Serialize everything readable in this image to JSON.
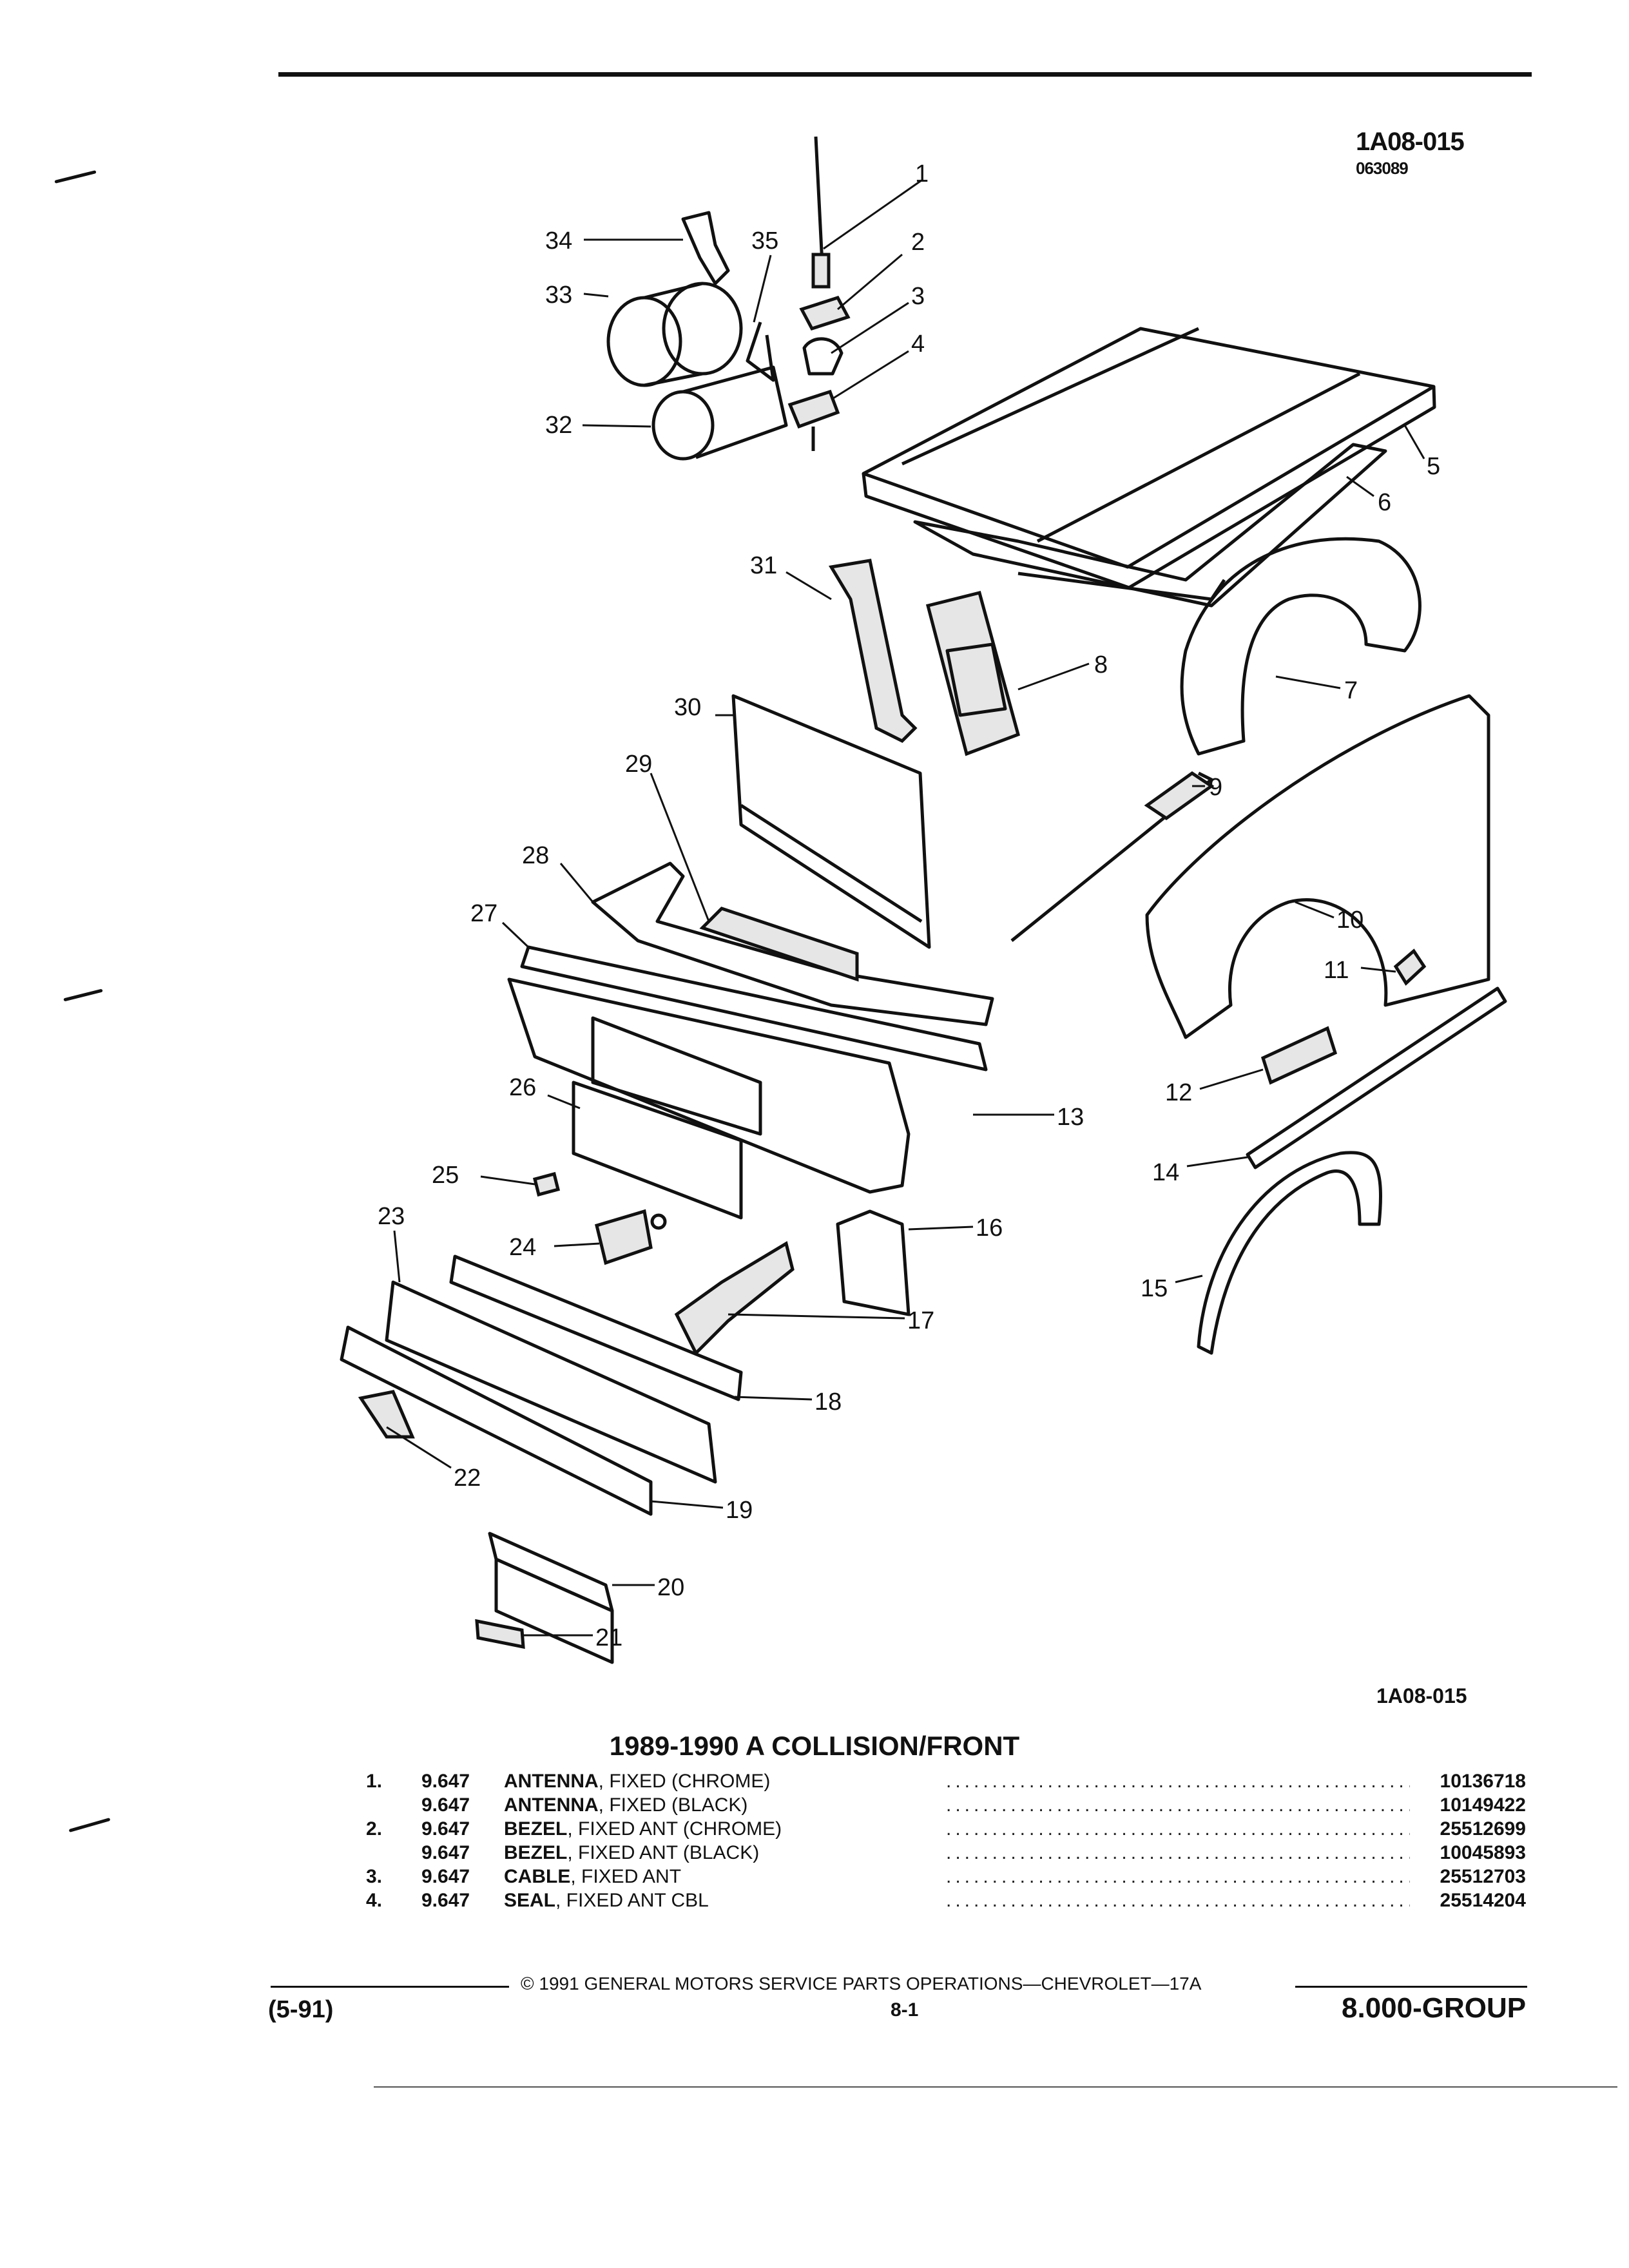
{
  "header": {
    "illustration_code": "1A08-015",
    "illustration_date": "063089"
  },
  "diagram": {
    "callouts": [
      "1",
      "2",
      "3",
      "4",
      "5",
      "6",
      "7",
      "8",
      "9",
      "10",
      "11",
      "12",
      "13",
      "14",
      "15",
      "16",
      "17",
      "18",
      "19",
      "20",
      "21",
      "22",
      "23",
      "24",
      "25",
      "26",
      "27",
      "28",
      "29",
      "30",
      "31",
      "32",
      "33",
      "34",
      "35"
    ],
    "figure_code": "1A08-015"
  },
  "section": {
    "title": "1989-1990 A COLLISION/FRONT",
    "items": [
      {
        "number": "1.",
        "group": "9.647",
        "name": "ANTENNA",
        "detail": ", FIXED (CHROME)",
        "part_number": "10136718"
      },
      {
        "number": "",
        "group": "9.647",
        "name": "ANTENNA",
        "detail": ", FIXED (BLACK)",
        "part_number": "10149422"
      },
      {
        "number": "2.",
        "group": "9.647",
        "name": "BEZEL",
        "detail": ", FIXED ANT (CHROME)",
        "part_number": "25512699"
      },
      {
        "number": "",
        "group": "9.647",
        "name": "BEZEL",
        "detail": ", FIXED ANT (BLACK)",
        "part_number": "10045893"
      },
      {
        "number": "3.",
        "group": "9.647",
        "name": "CABLE",
        "detail": ", FIXED ANT",
        "part_number": "25512703"
      },
      {
        "number": "4.",
        "group": "9.647",
        "name": "SEAL",
        "detail": ", FIXED ANT CBL",
        "part_number": "25514204"
      }
    ]
  },
  "footer": {
    "copyright": "© 1991 GENERAL MOTORS SERVICE PARTS OPERATIONS—CHEVROLET—17A",
    "revision": "(5-91)",
    "page": "8-1",
    "group": "8.000-GROUP"
  }
}
